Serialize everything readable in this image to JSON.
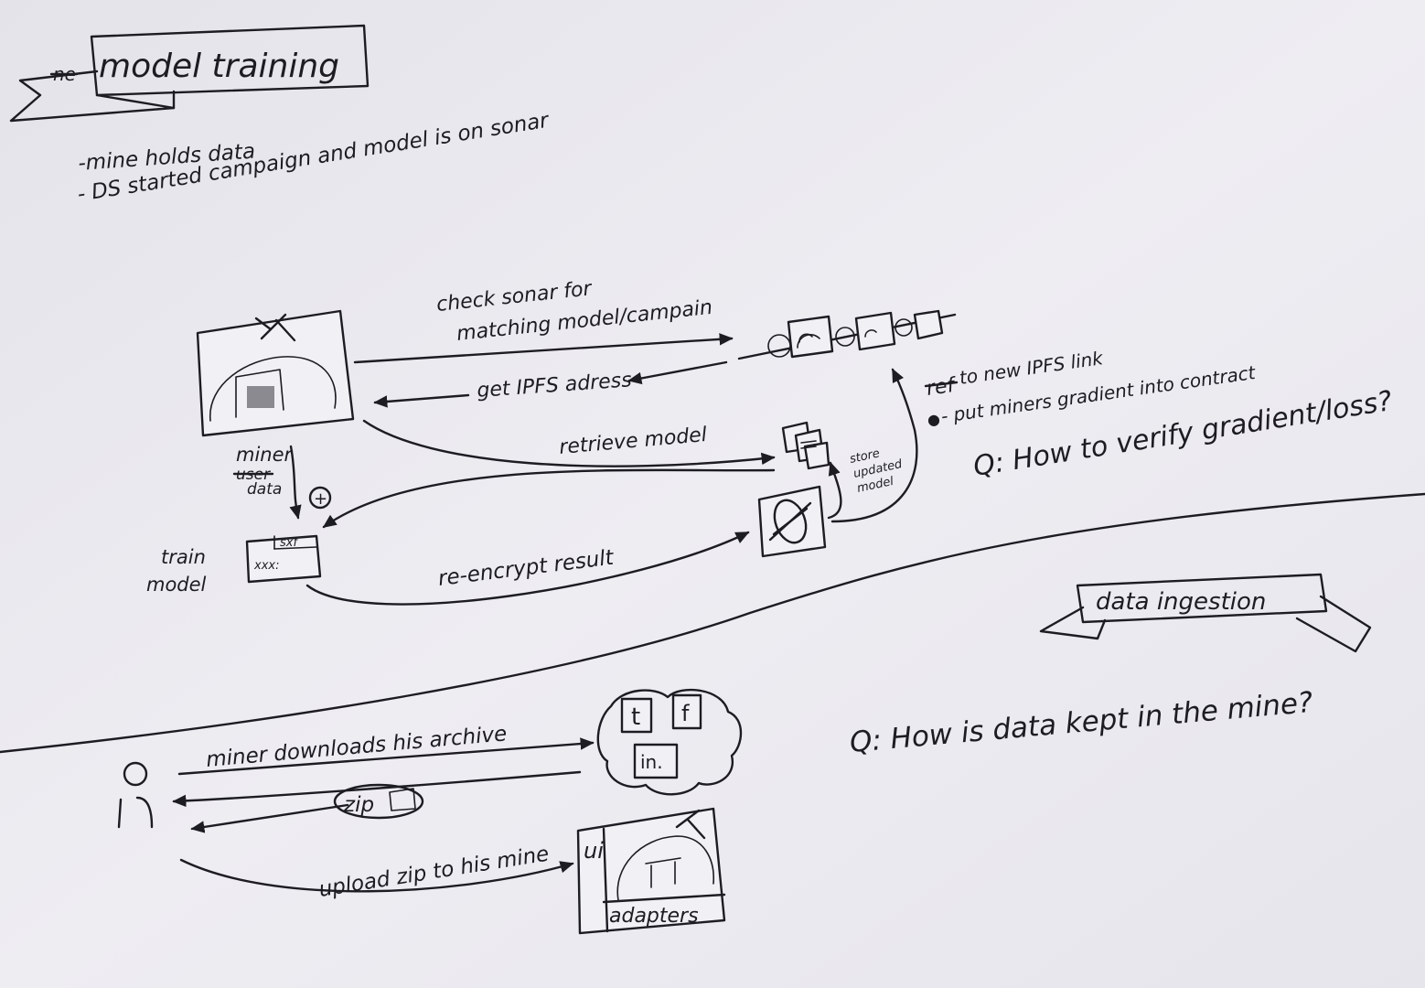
{
  "sections": {
    "model_training": "model training",
    "model_training_struck": "ne",
    "data_ingestion": "data ingestion"
  },
  "notes": {
    "bullet1": "-mine holds data",
    "bullet2": "- DS started campaign and model is on sonar"
  },
  "flow": {
    "check_sonar_line1": "check sonar for",
    "check_sonar_line2": "matching model/campain",
    "get_ipfs": "get IPFS adress",
    "retrieve_model": "retrieve model",
    "store_updated_l1": "store",
    "store_updated_l2": "updated",
    "store_updated_l3": "model",
    "reencrypt": "re-encrypt result",
    "ref_line": "to new IPFS link",
    "ref_struck": "ref",
    "put_gradient": "- put miners gradient into contract",
    "put_gradient_mark": "●",
    "miner_label": "miner",
    "user_struck": "user",
    "data_label": "data",
    "plus": "+",
    "train_line1": "train",
    "train_line2": "model",
    "sxf": "sxf",
    "xxx": "xxx:"
  },
  "questions": {
    "q1": "Q: How to verify gradient/loss?",
    "q2": "Q: How is data kept in the mine?"
  },
  "ingestion": {
    "downloads": "miner downloads his archive",
    "zip": "zip",
    "upload": "upload zip to his mine",
    "ui": "ui",
    "adapters": "adapters",
    "social_t": "t",
    "social_f": "f",
    "social_in": "in."
  }
}
